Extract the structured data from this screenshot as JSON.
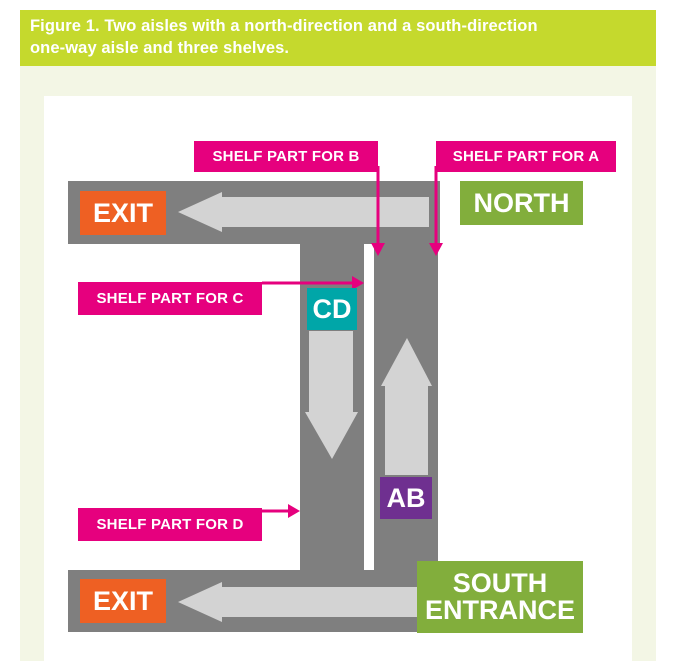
{
  "figure": {
    "title_line1": "Figure 1. Two aisles with a north-direction and a south-direction",
    "title_line2": "one-way aisle and three shelves."
  },
  "labels": {
    "shelf_a": "SHELF PART FOR A",
    "shelf_b": "SHELF PART FOR B",
    "shelf_c": "SHELF PART FOR C",
    "shelf_d": "SHELF PART FOR D",
    "exit_top": "EXIT",
    "exit_bottom": "EXIT",
    "north": "NORTH",
    "south_line1": "SOUTH",
    "south_line2": "ENTRANCE",
    "cd": "CD",
    "ab": "AB"
  },
  "colors": {
    "title_bg": "#c5d92d",
    "frame_bg": "#f3f6e5",
    "aisle_gray": "#7f7f7f",
    "arrow_light": "#d3d3d3",
    "shelf_pink": "#e6007e",
    "exit_orange": "#ee6023",
    "green": "#82ae3c",
    "cd_teal": "#00a6a8",
    "ab_purple": "#6f3090"
  }
}
